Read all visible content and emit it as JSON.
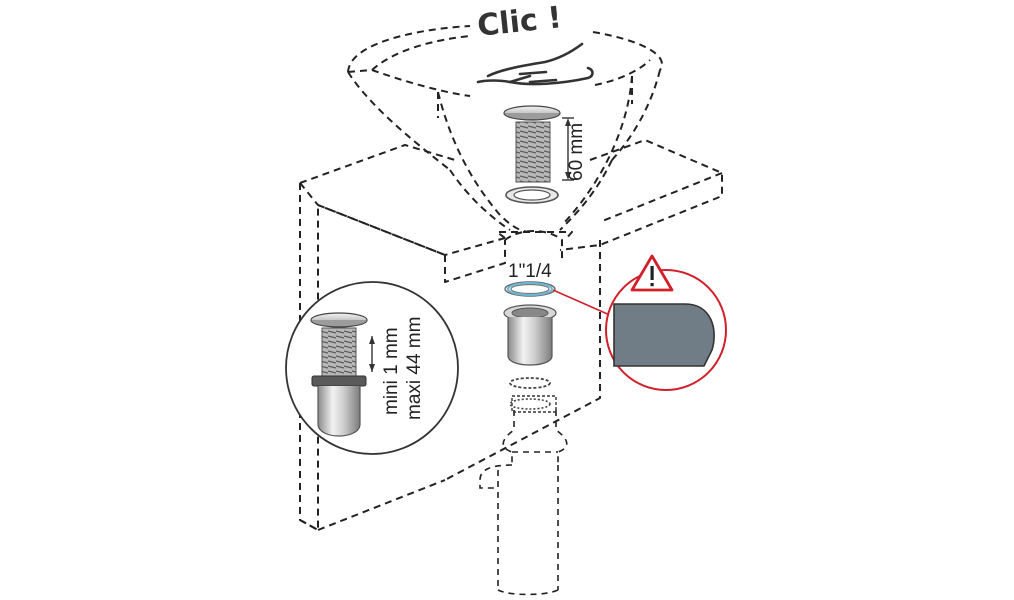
{
  "labels": {
    "clic": "Clic !",
    "height": "60 mm",
    "thread": "1\"1/4",
    "min": "mini 1 mm",
    "max": "maxi 44 mm"
  },
  "colors": {
    "warning_red": "#d0202a",
    "gasket_gray": "#707c86",
    "chrome_light": "#e4e4e4",
    "chrome_dark": "#8a8a8a"
  },
  "icons": [
    "hand-press-icon",
    "warning-triangle-icon"
  ]
}
